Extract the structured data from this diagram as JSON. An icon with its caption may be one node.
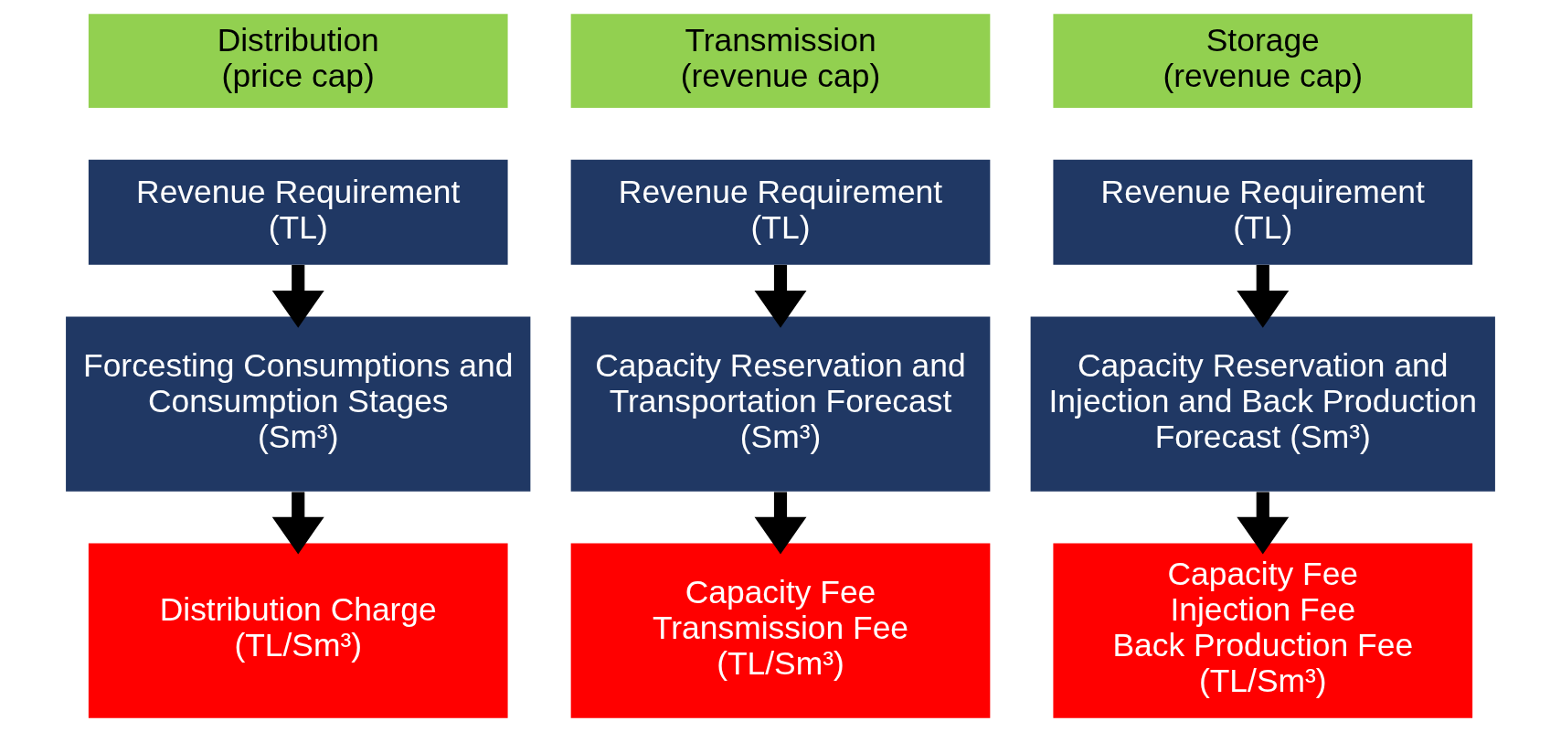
{
  "diagram": {
    "nodes": [
      {
        "text": [
          "Distribution",
          "(price cap)"
        ]
      },
      {
        "text": [
          "Transmission",
          "(revenue cap)"
        ]
      },
      {
        "text": [
          "Storage",
          "(revenue cap)"
        ]
      },
      {
        "text": [
          "Revenue Requirement",
          "(TL)"
        ]
      },
      {
        "text": [
          "Revenue Requirement",
          "(TL)"
        ]
      },
      {
        "text": [
          "Revenue Requirement",
          "(TL)"
        ]
      },
      {
        "text": [
          "Forcesting Consumptions and Consumption Stages",
          "(Sm³)"
        ]
      },
      {
        "text": [
          "Capacity Reservation and Transportation Forecast",
          "(Sm³)"
        ]
      },
      {
        "text": [
          "Capacity Reservation and Injection and Back Production Forecast (Sm³)"
        ]
      },
      {
        "text": [
          "Distribution Charge",
          "(TL/Sm³)"
        ]
      },
      {
        "text": [
          "Capacity Fee",
          "Transmission Fee",
          "(TL/Sm³)"
        ]
      },
      {
        "text": [
          "Capacity Fee",
          "Injection Fee",
          "Back Production Fee",
          "(TL/Sm³)"
        ]
      }
    ],
    "edges": [
      {
        "from": 3,
        "to": 6,
        "arrow": "to"
      },
      {
        "from": 6,
        "to": 9,
        "arrow": "to"
      },
      {
        "from": 4,
        "to": 7,
        "arrow": "to"
      },
      {
        "from": 7,
        "to": 10,
        "arrow": "to"
      },
      {
        "from": 5,
        "to": 8,
        "arrow": "to"
      },
      {
        "from": 8,
        "to": 11,
        "arrow": "to"
      }
    ]
  }
}
